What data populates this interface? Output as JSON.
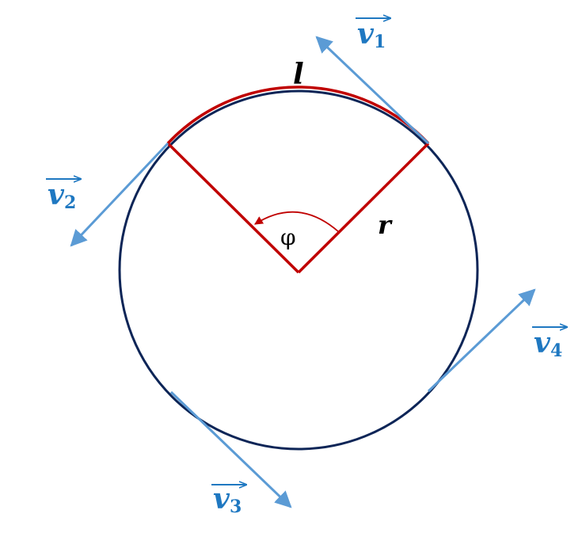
{
  "diagram": {
    "arc_label": "l",
    "radius_label": "r",
    "angle_label": "φ",
    "vectors": [
      {
        "letter": "v",
        "subscript": "1"
      },
      {
        "letter": "v",
        "subscript": "2"
      },
      {
        "letter": "v",
        "subscript": "3"
      },
      {
        "letter": "v",
        "subscript": "4"
      }
    ],
    "colors": {
      "circle": "#0d2557",
      "sector": "#c00000",
      "vector": "#5b9bd5",
      "vector_label": "#1f78c1",
      "text": "#000000"
    }
  }
}
